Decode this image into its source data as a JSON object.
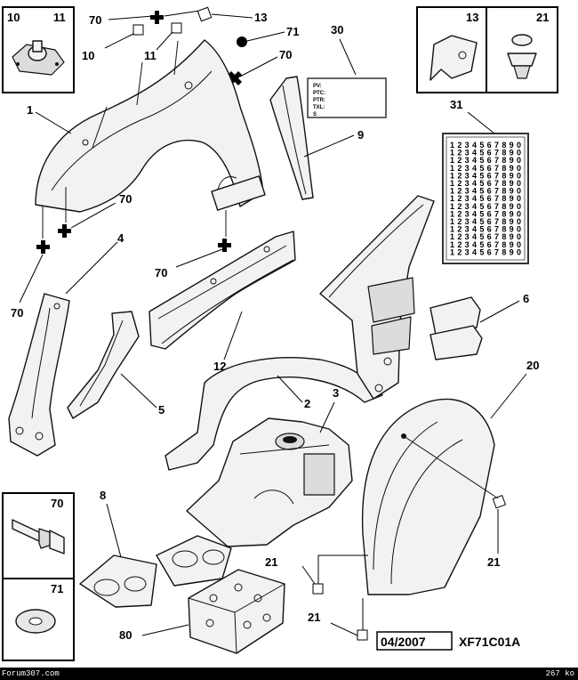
{
  "diagram": {
    "callouts": {
      "c10a": "10",
      "c11a": "11",
      "c13a": "13",
      "c21a": "21",
      "c70_top": "70",
      "c13_top": "13",
      "c10": "10",
      "c11": "11",
      "c71": "71",
      "c70_x": "70",
      "c30": "30",
      "c1": "1",
      "c9": "9",
      "c31": "31",
      "c70_mid": "70",
      "c4": "4",
      "c70_left": "70",
      "c70_lower": "70",
      "c6": "6",
      "c12": "12",
      "c5": "5",
      "c2": "2",
      "c3": "3",
      "c20": "20",
      "c8": "8",
      "c21_right": "21",
      "c21_mid": "21",
      "c21_bottom": "21",
      "c80": "80",
      "c70_box": "70",
      "c71_box": "71"
    },
    "label_code_lines": [
      "PV:",
      "PTC:",
      "PTR:",
      "TXL:",
      "S"
    ],
    "label_grid_rows": [
      "1234567890",
      "1234567890",
      "1234567890",
      "1234567890",
      "1234567890",
      "1234567890",
      "1234567890",
      "1234567890",
      "1234567890",
      "1234567890",
      "1234567890",
      "1234567890",
      "1234567890",
      "1234567890",
      "1234567890"
    ],
    "date_code": "04/2007",
    "ref_code": "XF71C01A"
  },
  "footer": {
    "site": "Forum307.com",
    "size": "267 ko"
  },
  "colors": {
    "ink": "#000000",
    "paper": "#ffffff",
    "part_fill": "#f2f2f2"
  }
}
